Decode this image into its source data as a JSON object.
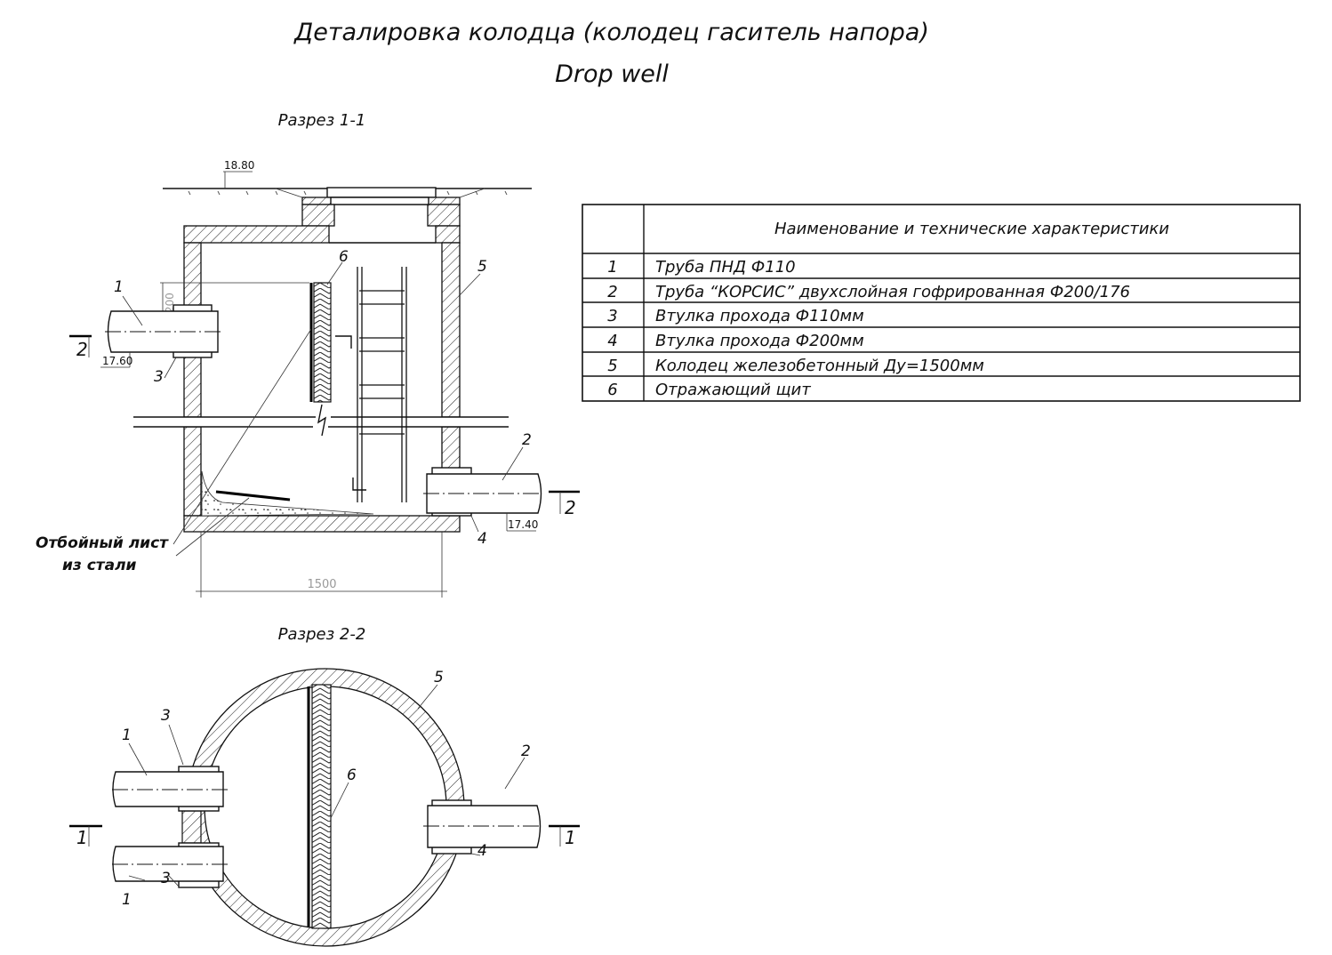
{
  "title": "Деталировка колодца (колодец гаситель напора)",
  "subtitle": "Drop well",
  "section_1": {
    "label": "Разрез 1-1",
    "elevation_ground": "18.80",
    "elevation_inlet": "17.60",
    "elevation_outlet": "17.40",
    "dim_width": "1500",
    "dim_height": "200",
    "cut_mark": "2",
    "note_line1": "Отбойный лист",
    "note_line2": "из стали",
    "callouts": [
      "1",
      "3",
      "6",
      "5",
      "2",
      "4"
    ]
  },
  "section_2": {
    "label": "Разрез 2-2",
    "cut_mark": "1",
    "callouts": [
      "1",
      "3",
      "1",
      "3",
      "6",
      "5",
      "2",
      "4"
    ]
  },
  "table": {
    "header": "Наименование и технические характеристики",
    "rows": [
      {
        "num": "1",
        "text": "Труба ПНД   Ф110"
      },
      {
        "num": "2",
        "text": "Труба “КОРСИС” двухслойная гофрированная   Ф200/176"
      },
      {
        "num": "3",
        "text": "Втулка прохода Ф110мм"
      },
      {
        "num": "4",
        "text": "Втулка прохода Ф200мм"
      },
      {
        "num": "5",
        "text": "Колодец железобетонный Ду=1500мм"
      },
      {
        "num": "6",
        "text": "Отражающий щит"
      }
    ]
  }
}
